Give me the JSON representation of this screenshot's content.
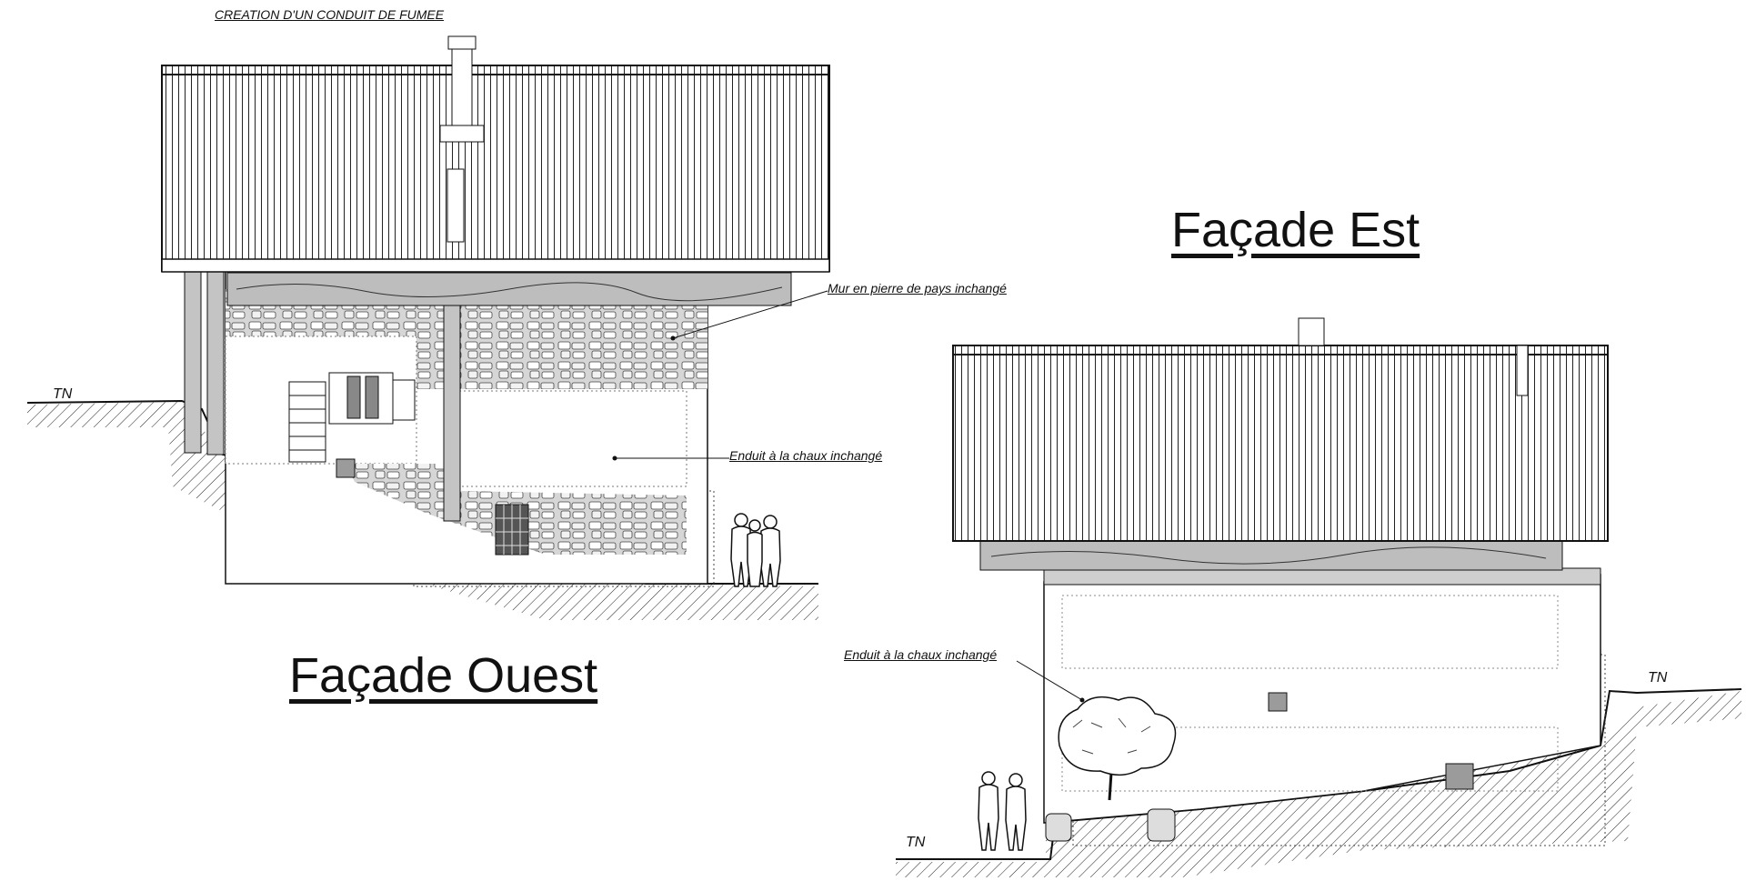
{
  "header_note": "CREATION D'UN CONDUIT DE FUMEE",
  "west": {
    "title": "Façade Ouest",
    "annotation_stone": "Mur en pierre de pays inchangé",
    "annotation_render": "Enduit à la chaux inchangé",
    "ground_label": "TN"
  },
  "east": {
    "title": "Façade Est",
    "annotation_render": "Enduit à la chaux inchangé",
    "ground_label_left": "TN",
    "ground_label_right": "TN"
  },
  "colors": {
    "line": "#111111",
    "wood": "#b7b7b7",
    "stone": "#d2d2d2",
    "paper": "#ffffff"
  }
}
